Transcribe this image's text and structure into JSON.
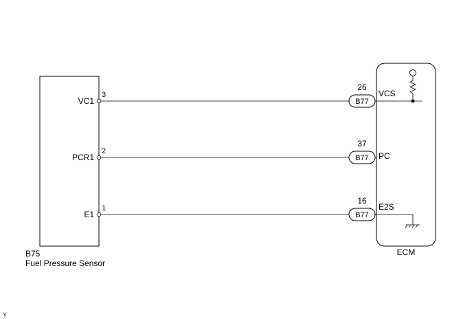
{
  "sensor": {
    "code": "B75",
    "name": "Fuel Pressure Sensor"
  },
  "ecm": {
    "name": "ECM"
  },
  "connector_code": "B77",
  "circuits": [
    {
      "sensor_terminal": "VC1",
      "sensor_pin": "3",
      "ecm_pin": "26",
      "ecm_terminal": "VCS"
    },
    {
      "sensor_terminal": "PCR1",
      "sensor_pin": "2",
      "ecm_pin": "37",
      "ecm_terminal": "PC"
    },
    {
      "sensor_terminal": "E1",
      "sensor_pin": "1",
      "ecm_pin": "16",
      "ecm_terminal": "E2S"
    }
  ],
  "footer_mark": "Y"
}
